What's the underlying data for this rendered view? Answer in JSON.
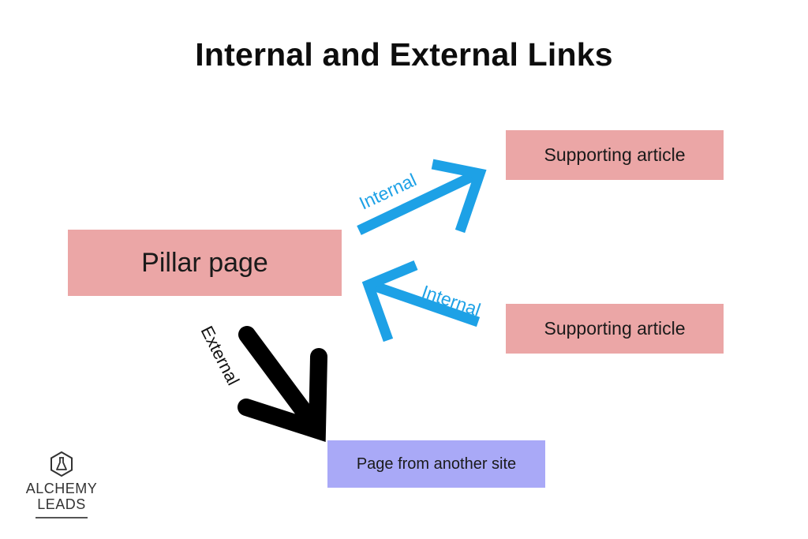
{
  "title": "Internal and External Links",
  "nodes": {
    "pillar": "Pillar page",
    "support_top": "Supporting article",
    "support_bottom": "Supporting article",
    "external_page": "Page from another site"
  },
  "edges": {
    "internal_out": "Internal",
    "internal_in": "Internal",
    "external": "External"
  },
  "logo": {
    "line1": "ALCHEMY",
    "line2": "LEADS",
    "icon": "flask-hexagon-icon"
  },
  "colors": {
    "node_internal": "#eba6a6",
    "node_external": "#a9a9f7",
    "internal_arrow": "#1da1e6",
    "external_arrow": "#000000"
  }
}
